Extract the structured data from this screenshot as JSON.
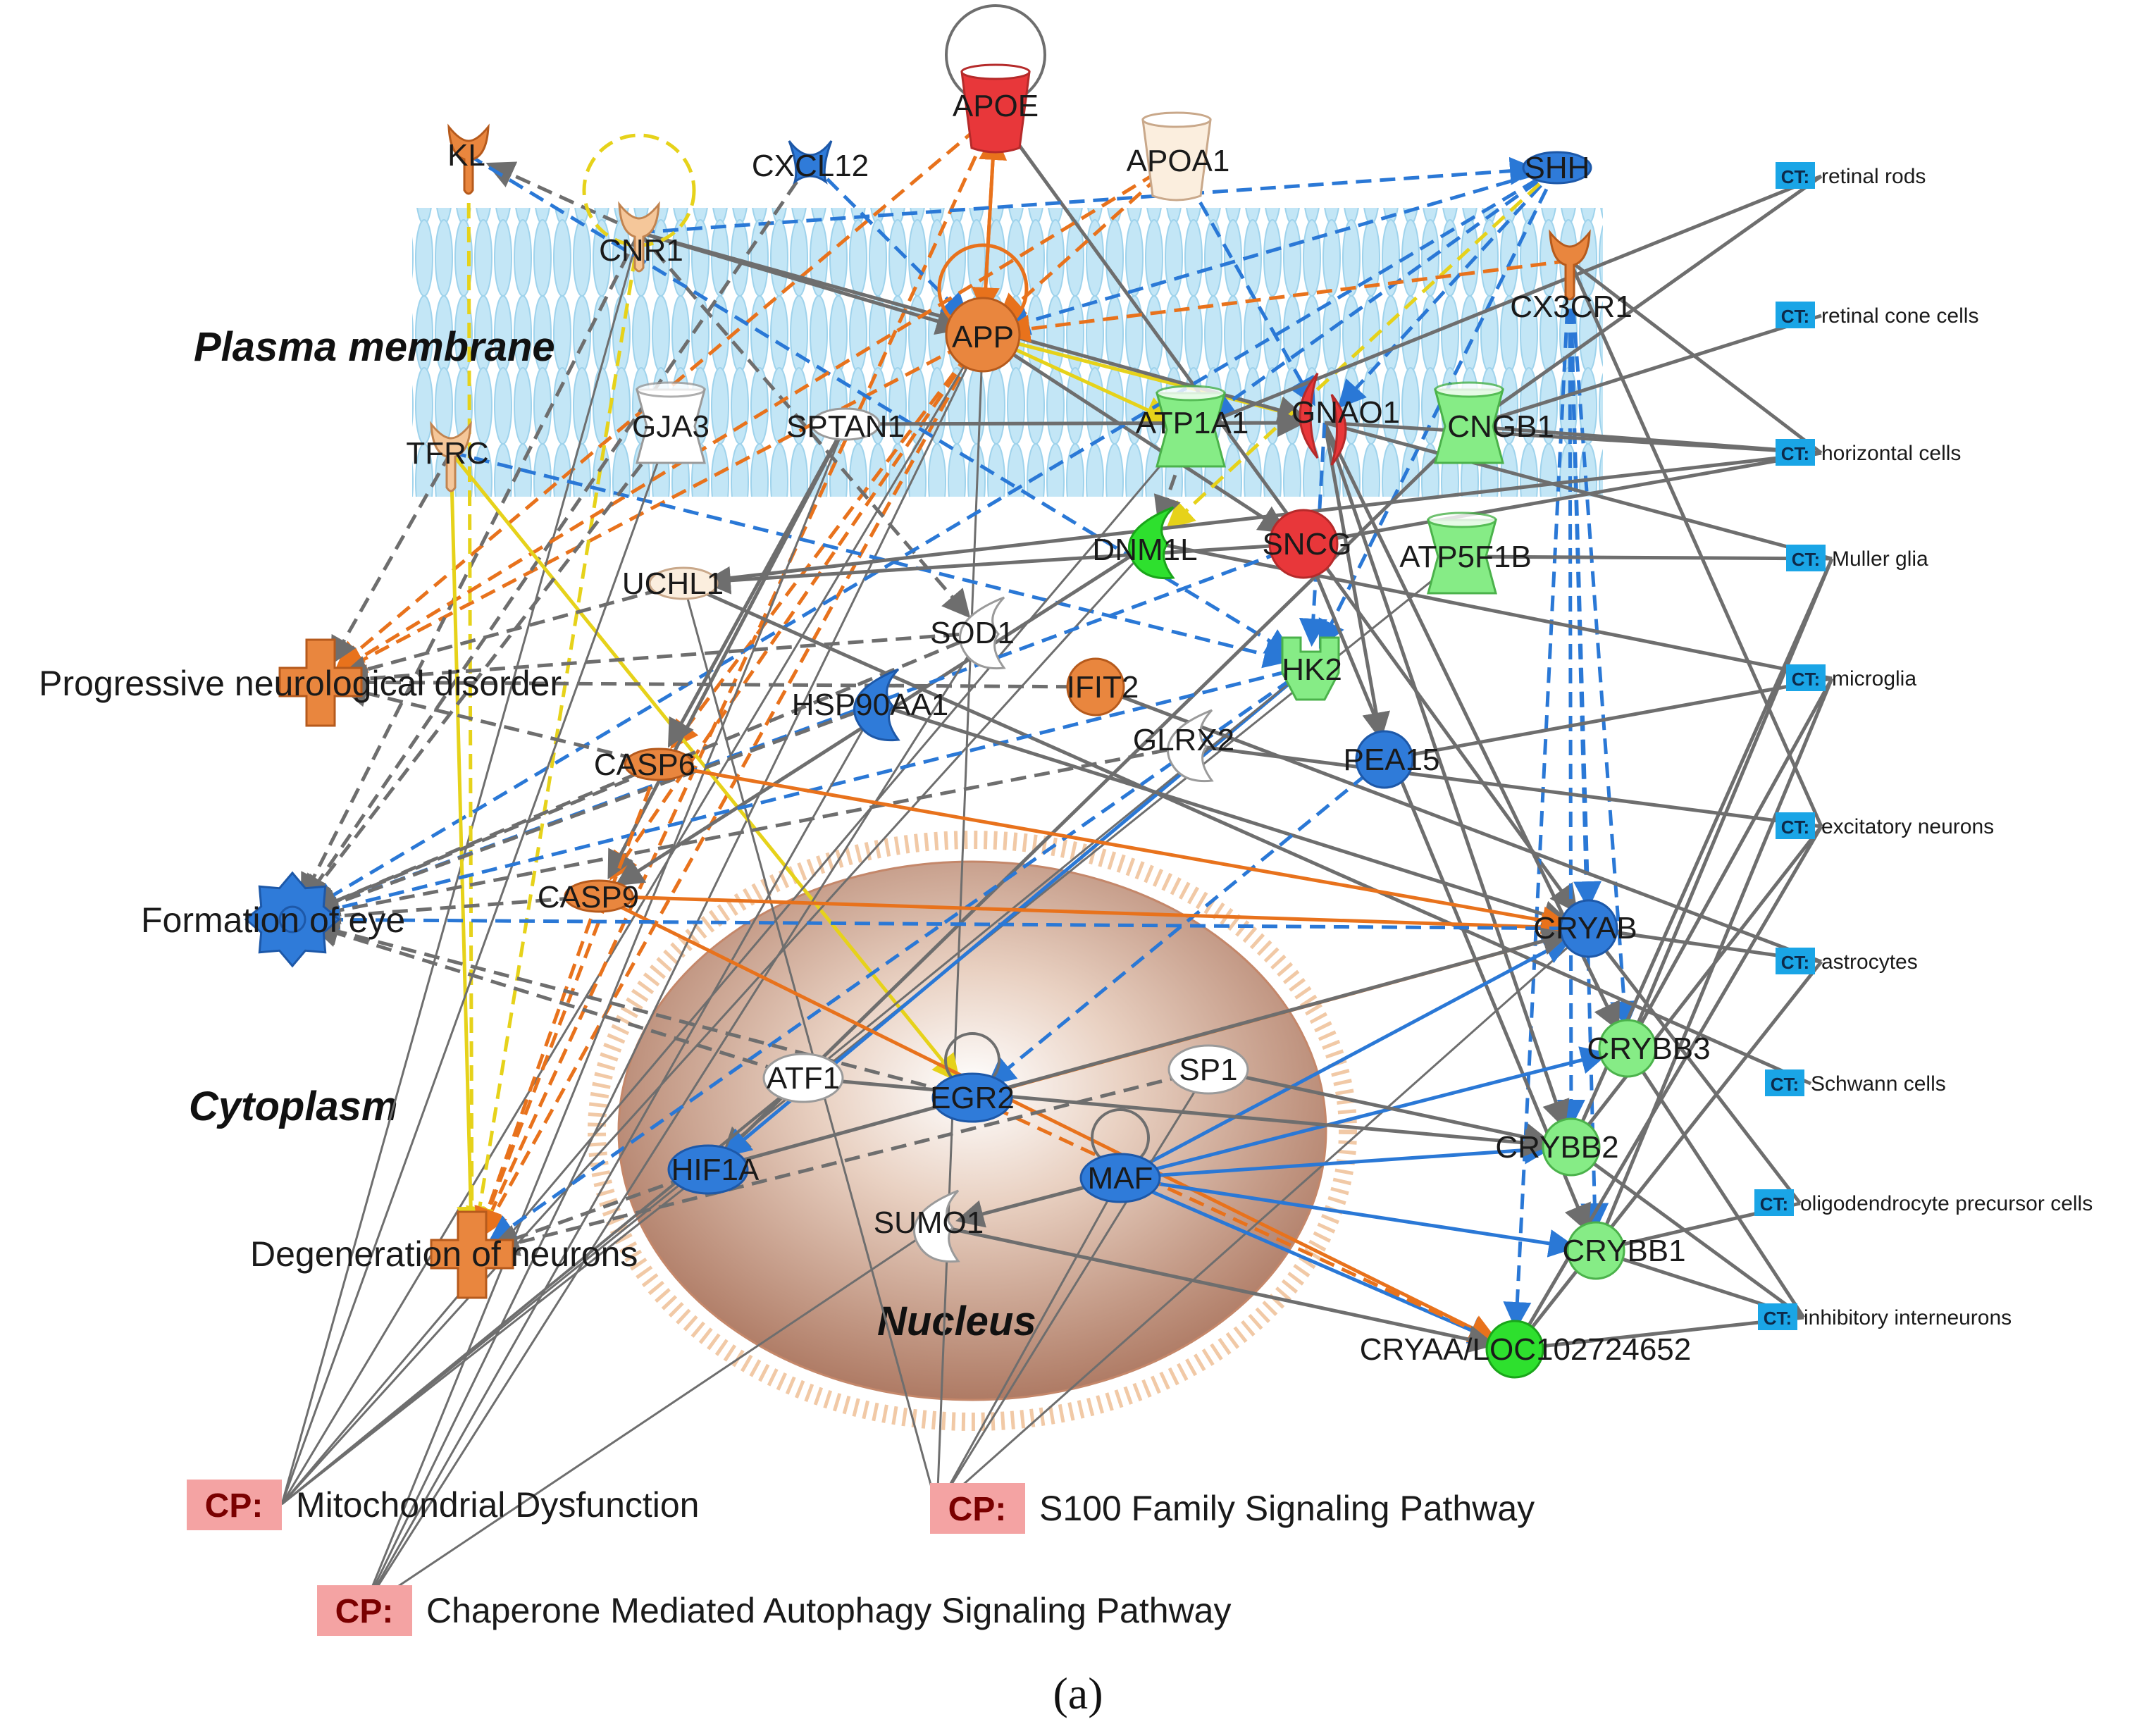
{
  "caption": "(a)",
  "regions": {
    "plasma_membrane": "Plasma membrane",
    "cytoplasm": "Cytoplasm",
    "nucleus": "Nucleus"
  },
  "colors": {
    "red": "#e8373a",
    "orange": "#e9863e",
    "light_orange": "#f5c79a",
    "pale": "#fbeede",
    "white": "#ffffff",
    "blue": "#2f7bd9",
    "light_green": "#86ec86",
    "green": "#2ee02e",
    "membrane": "#bfe3f3",
    "ct_blue": "#1aa5e6",
    "cp_pink": "#f4a3a3",
    "edge_gray": "#6e6e6e",
    "edge_orange": "#e8721c",
    "edge_blue": "#2a78d6",
    "edge_yellow": "#e6d21a"
  },
  "molecules": [
    {
      "id": "APOE",
      "label": "APOE",
      "shape": "cup",
      "color": "red"
    },
    {
      "id": "KL",
      "label": "KL",
      "shape": "receptor",
      "color": "orange"
    },
    {
      "id": "CXCL12",
      "label": "CXCL12",
      "shape": "cytokine",
      "color": "blue"
    },
    {
      "id": "APOA1",
      "label": "APOA1",
      "shape": "cup",
      "color": "pale"
    },
    {
      "id": "SHH",
      "label": "SHH",
      "shape": "ellipse",
      "color": "blue"
    },
    {
      "id": "CNR1",
      "label": "CNR1",
      "shape": "receptor",
      "color": "light_orange"
    },
    {
      "id": "APP",
      "label": "APP",
      "shape": "circle",
      "color": "orange"
    },
    {
      "id": "CX3CR1",
      "label": "CX3CR1",
      "shape": "receptor",
      "color": "orange"
    },
    {
      "id": "TFRC",
      "label": "TFRC",
      "shape": "receptor",
      "color": "light_orange"
    },
    {
      "id": "GJA3",
      "label": "GJA3",
      "shape": "channel",
      "color": "white"
    },
    {
      "id": "SPTAN1",
      "label": "SPTAN1",
      "shape": "ellipse",
      "color": "white"
    },
    {
      "id": "ATP1A1",
      "label": "ATP1A1",
      "shape": "channel",
      "color": "light_green"
    },
    {
      "id": "GNAO1",
      "label": "GNAO1",
      "shape": "gprotein",
      "color": "red"
    },
    {
      "id": "CNGB1",
      "label": "CNGB1",
      "shape": "channel",
      "color": "light_green"
    },
    {
      "id": "DNM1L",
      "label": "DNM1L",
      "shape": "enzyme",
      "color": "green"
    },
    {
      "id": "SNCG",
      "label": "SNCG",
      "shape": "circle",
      "color": "red"
    },
    {
      "id": "ATP5F1B",
      "label": "ATP5F1B",
      "shape": "channel",
      "color": "light_green"
    },
    {
      "id": "UCHL1",
      "label": "UCHL1",
      "shape": "ellipse",
      "color": "pale"
    },
    {
      "id": "SOD1",
      "label": "SOD1",
      "shape": "enzyme",
      "color": "white"
    },
    {
      "id": "HK2",
      "label": "HK2",
      "shape": "kinase",
      "color": "light_green"
    },
    {
      "id": "HSP90AA1",
      "label": "HSP90AA1",
      "shape": "enzyme",
      "color": "blue"
    },
    {
      "id": "IFIT2",
      "label": "IFIT2",
      "shape": "circle",
      "color": "orange"
    },
    {
      "id": "GLRX2",
      "label": "GLRX2",
      "shape": "enzyme",
      "color": "white"
    },
    {
      "id": "PEA15",
      "label": "PEA15",
      "shape": "circle",
      "color": "blue"
    },
    {
      "id": "CASP6",
      "label": "CASP6",
      "shape": "ellipse",
      "color": "orange"
    },
    {
      "id": "CASP9",
      "label": "CASP9",
      "shape": "ellipse",
      "color": "orange"
    },
    {
      "id": "CRYAB",
      "label": "CRYAB",
      "shape": "circle",
      "color": "blue"
    },
    {
      "id": "CRYBB3",
      "label": "CRYBB3",
      "shape": "circle",
      "color": "light_green"
    },
    {
      "id": "CRYBB2",
      "label": "CRYBB2",
      "shape": "circle",
      "color": "light_green"
    },
    {
      "id": "CRYBB1",
      "label": "CRYBB1",
      "shape": "circle",
      "color": "light_green"
    },
    {
      "id": "CRYAA",
      "label": "CRYAA/LOC102724652",
      "shape": "circle",
      "color": "green"
    },
    {
      "id": "ATF1",
      "label": "ATF1",
      "shape": "tf",
      "color": "white"
    },
    {
      "id": "EGR2",
      "label": "EGR2",
      "shape": "tf",
      "color": "blue"
    },
    {
      "id": "SP1",
      "label": "SP1",
      "shape": "tf",
      "color": "white"
    },
    {
      "id": "HIF1A",
      "label": "HIF1A",
      "shape": "tf",
      "color": "blue"
    },
    {
      "id": "MAF",
      "label": "MAF",
      "shape": "tf",
      "color": "blue"
    },
    {
      "id": "SUMO1",
      "label": "SUMO1",
      "shape": "enzyme",
      "color": "white"
    }
  ],
  "functions": [
    {
      "id": "PND",
      "label": "Progressive neurological disorder",
      "shape": "cross",
      "color": "orange"
    },
    {
      "id": "FOE",
      "label": "Formation of eye",
      "shape": "gear",
      "color": "blue"
    },
    {
      "id": "DON",
      "label": "Degeneration of neurons",
      "shape": "cross",
      "color": "orange"
    }
  ],
  "cell_types": {
    "tag": "CT:",
    "items": [
      {
        "id": "CT1",
        "label": "retinal rods"
      },
      {
        "id": "CT2",
        "label": "retinal cone cells"
      },
      {
        "id": "CT3",
        "label": "horizontal cells"
      },
      {
        "id": "CT4",
        "label": "Muller glia"
      },
      {
        "id": "CT5",
        "label": "microglia"
      },
      {
        "id": "CT6",
        "label": "excitatory neurons"
      },
      {
        "id": "CT7",
        "label": "astrocytes"
      },
      {
        "id": "CT8",
        "label": "Schwann cells"
      },
      {
        "id": "CT9",
        "label": "oligodendrocyte precursor cells"
      },
      {
        "id": "CT10",
        "label": "inhibitory interneurons"
      }
    ]
  },
  "pathways": {
    "tag": "CP:",
    "items": [
      {
        "id": "CP1",
        "label": "Mitochondrial Dysfunction"
      },
      {
        "id": "CP2",
        "label": "S100 Family Signaling Pathway"
      },
      {
        "id": "CP3",
        "label": "Chaperone Mediated Autophagy Signaling Pathway"
      }
    ]
  },
  "edges": [
    [
      "APP",
      "APOE",
      "orange",
      "solid"
    ],
    [
      "APP",
      "PND",
      "orange",
      "dash"
    ],
    [
      "APP",
      "DON",
      "orange",
      "dash"
    ],
    [
      "APP",
      "CASP6",
      "orange",
      "dash"
    ],
    [
      "APP",
      "CASP9",
      "orange",
      "dash"
    ],
    [
      "APP",
      "GNAO1",
      "yellow",
      "solid"
    ],
    [
      "APP",
      "ATP1A1",
      "yellow",
      "solid"
    ],
    [
      "APP",
      "CP1",
      "gray",
      "thin"
    ],
    [
      "APP",
      "CP3",
      "gray",
      "thin"
    ],
    [
      "APP",
      "CP2",
      "gray",
      "thin"
    ],
    [
      "APP",
      "SNCG",
      "gray",
      "solid"
    ],
    [
      "APOE",
      "CRYAB",
      "gray",
      "solid"
    ],
    [
      "APOE",
      "DON",
      "orange",
      "dash"
    ],
    [
      "APOE",
      "PND",
      "orange",
      "dash"
    ],
    [
      "APOE",
      "APP",
      "orange",
      "solid"
    ],
    [
      "CNR1",
      "SHH",
      "blue",
      "dash"
    ],
    [
      "CNR1",
      "APP",
      "gray",
      "solid"
    ],
    [
      "CNR1",
      "GNAO1",
      "gray",
      "solid"
    ],
    [
      "CNR1",
      "KL",
      "gray",
      "dash"
    ],
    [
      "CNR1",
      "FOE",
      "gray",
      "dash"
    ],
    [
      "CNR1",
      "CP1",
      "gray",
      "thin"
    ],
    [
      "CNR1",
      "DON",
      "yellow",
      "dash"
    ],
    [
      "CNR1",
      "SOD1",
      "gray",
      "dash"
    ],
    [
      "KL",
      "HK2",
      "blue",
      "dash"
    ],
    [
      "KL",
      "DON",
      "yellow",
      "dash"
    ],
    [
      "CXCL12",
      "APP",
      "blue",
      "dash"
    ],
    [
      "CXCL12",
      "FOE",
      "gray",
      "dash"
    ],
    [
      "APOA1",
      "APP",
      "orange",
      "dash"
    ],
    [
      "APOA1",
      "GNAO1",
      "blue",
      "dash"
    ],
    [
      "APOA1",
      "PND",
      "orange",
      "dash"
    ],
    [
      "SHH",
      "APP",
      "blue",
      "dash"
    ],
    [
      "SHH",
      "GNAO1",
      "blue",
      "dash"
    ],
    [
      "SHH",
      "HK2",
      "blue",
      "dash"
    ],
    [
      "SHH",
      "FOE",
      "blue",
      "dash"
    ],
    [
      "SHH",
      "ATP1A1",
      "blue",
      "dash"
    ],
    [
      "SHH",
      "DNM1L",
      "yellow",
      "dash"
    ],
    [
      "CX3CR1",
      "APP",
      "orange",
      "dash"
    ],
    [
      "CX3CR1",
      "CRYBB2",
      "blue",
      "dash"
    ],
    [
      "CX3CR1",
      "CRYBB1",
      "blue",
      "dash"
    ],
    [
      "CX3CR1",
      "CRYAB",
      "blue",
      "dash"
    ],
    [
      "CX3CR1",
      "CRYBB3",
      "blue",
      "dash"
    ],
    [
      "CX3CR1",
      "CRYAA",
      "blue",
      "dash"
    ],
    [
      "CX3CR1",
      "CT3",
      "gray",
      "solid"
    ],
    [
      "CX3CR1",
      "CT6",
      "gray",
      "solid"
    ],
    [
      "TFRC",
      "HK2",
      "blue",
      "dash"
    ],
    [
      "TFRC",
      "DON",
      "yellow",
      "solid"
    ],
    [
      "TFRC",
      "PND",
      "gray",
      "dash"
    ],
    [
      "TFRC",
      "EGR2",
      "yellow",
      "solid"
    ],
    [
      "GJA3",
      "FOE",
      "gray",
      "dash"
    ],
    [
      "GJA3",
      "CP1",
      "gray",
      "thin"
    ],
    [
      "SPTAN1",
      "CASP6",
      "gray",
      "solid"
    ],
    [
      "SPTAN1",
      "CASP9",
      "gray",
      "solid"
    ],
    [
      "SPTAN1",
      "CP3",
      "gray",
      "thin"
    ],
    [
      "SPTAN1",
      "GNAO1",
      "gray",
      "solid"
    ],
    [
      "ATP1A1",
      "CT1",
      "gray",
      "solid"
    ],
    [
      "ATP1A1",
      "CP1",
      "gray",
      "thin"
    ],
    [
      "ATP1A1",
      "DNM1L",
      "gray",
      "dash"
    ],
    [
      "GNAO1",
      "CRYBB3",
      "gray",
      "solid"
    ],
    [
      "GNAO1",
      "CRYBB2",
      "gray",
      "solid"
    ],
    [
      "GNAO1",
      "CT4",
      "gray",
      "solid"
    ],
    [
      "GNAO1",
      "PEA15",
      "gray",
      "solid"
    ],
    [
      "GNAO1",
      "HK2",
      "blue",
      "dash"
    ],
    [
      "GNAO1",
      "CT3",
      "gray",
      "solid"
    ],
    [
      "CNGB1",
      "CT1",
      "gray",
      "solid"
    ],
    [
      "CNGB1",
      "CT2",
      "gray",
      "solid"
    ],
    [
      "CNGB1",
      "CT3",
      "gray",
      "solid"
    ],
    [
      "CNGB1",
      "HIF1A",
      "gray",
      "solid"
    ],
    [
      "DNM1L",
      "CP1",
      "gray",
      "thin"
    ],
    [
      "DNM1L",
      "CT5",
      "gray",
      "solid"
    ],
    [
      "DNM1L",
      "CASP9",
      "gray",
      "solid"
    ],
    [
      "SNCG",
      "CT3",
      "gray",
      "solid"
    ],
    [
      "SNCG",
      "FOE",
      "blue",
      "dash"
    ],
    [
      "SNCG",
      "UCHL1",
      "gray",
      "solid"
    ],
    [
      "SNCG",
      "CRYBB1",
      "gray",
      "solid"
    ],
    [
      "ATP5F1B",
      "CP1",
      "gray",
      "thin"
    ],
    [
      "ATP5F1B",
      "CT4",
      "gray",
      "solid"
    ],
    [
      "UCHL1",
      "CT8",
      "gray",
      "solid"
    ],
    [
      "UCHL1",
      "PND",
      "gray",
      "dash"
    ],
    [
      "UCHL1",
      "CT3",
      "gray",
      "solid"
    ],
    [
      "UCHL1",
      "CP2",
      "gray",
      "thin"
    ],
    [
      "SOD1",
      "PND",
      "gray",
      "dash"
    ],
    [
      "SOD1",
      "FOE",
      "gray",
      "dash"
    ],
    [
      "SOD1",
      "CP3",
      "gray",
      "thin"
    ],
    [
      "HK2",
      "HIF1A",
      "blue",
      "solid"
    ],
    [
      "HK2",
      "FOE",
      "blue",
      "dash"
    ],
    [
      "HK2",
      "CP1",
      "gray",
      "thin"
    ],
    [
      "HK2",
      "DON",
      "blue",
      "dash"
    ],
    [
      "HSP90AA1",
      "FOE",
      "gray",
      "dash"
    ],
    [
      "HSP90AA1",
      "CP3",
      "gray",
      "thin"
    ],
    [
      "HSP90AA1",
      "CRYAB",
      "gray",
      "solid"
    ],
    [
      "IFIT2",
      "CT7",
      "gray",
      "solid"
    ],
    [
      "IFIT2",
      "PND",
      "gray",
      "dash"
    ],
    [
      "GLRX2",
      "CT6",
      "gray",
      "solid"
    ],
    [
      "GLRX2",
      "FOE",
      "gray",
      "dash"
    ],
    [
      "PEA15",
      "CT5",
      "gray",
      "solid"
    ],
    [
      "PEA15",
      "EGR2",
      "blue",
      "dash"
    ],
    [
      "CASP6",
      "CRYAB",
      "orange",
      "solid"
    ],
    [
      "CASP6",
      "DON",
      "orange",
      "dash"
    ],
    [
      "CASP6",
      "PND",
      "gray",
      "dash"
    ],
    [
      "CASP6",
      "FOE",
      "gray",
      "dash"
    ],
    [
      "CASP9",
      "CRYAB",
      "orange",
      "solid"
    ],
    [
      "CASP9",
      "DON",
      "orange",
      "dash"
    ],
    [
      "CASP9",
      "FOE",
      "gray",
      "dash"
    ],
    [
      "CASP9",
      "CRYAA",
      "orange",
      "solid"
    ],
    [
      "CRYAB",
      "FOE",
      "blue",
      "dash"
    ],
    [
      "CRYAB",
      "CT7",
      "gray",
      "solid"
    ],
    [
      "CRYAB",
      "CT9",
      "gray",
      "solid"
    ],
    [
      "CRYAB",
      "CP2",
      "gray",
      "thin"
    ],
    [
      "CRYBB3",
      "CT4",
      "gray",
      "solid"
    ],
    [
      "CRYBB3",
      "CT5",
      "gray",
      "solid"
    ],
    [
      "CRYBB3",
      "CT10",
      "gray",
      "solid"
    ],
    [
      "CRYBB2",
      "CT4",
      "gray",
      "solid"
    ],
    [
      "CRYBB2",
      "CT6",
      "gray",
      "solid"
    ],
    [
      "CRYBB2",
      "CT10",
      "gray",
      "solid"
    ],
    [
      "CRYBB1",
      "CT5",
      "gray",
      "solid"
    ],
    [
      "CRYBB1",
      "CT9",
      "gray",
      "solid"
    ],
    [
      "CRYBB1",
      "CT10",
      "gray",
      "solid"
    ],
    [
      "CRYAA",
      "CT6",
      "gray",
      "solid"
    ],
    [
      "CRYAA",
      "CT7",
      "gray",
      "solid"
    ],
    [
      "CRYAA",
      "CT10",
      "gray",
      "solid"
    ],
    [
      "MAF",
      "CRYAB",
      "blue",
      "solid"
    ],
    [
      "MAF",
      "CRYBB3",
      "blue",
      "solid"
    ],
    [
      "MAF",
      "CRYBB2",
      "blue",
      "solid"
    ],
    [
      "MAF",
      "CRYBB1",
      "blue",
      "solid"
    ],
    [
      "MAF",
      "CRYAA",
      "blue",
      "solid"
    ],
    [
      "MAF",
      "SUMO1",
      "gray",
      "solid"
    ],
    [
      "MAF",
      "CP2",
      "gray",
      "thin"
    ],
    [
      "EGR2",
      "CRYAB",
      "orange",
      "solid"
    ],
    [
      "EGR2",
      "FOE",
      "gray",
      "dash"
    ],
    [
      "EGR2",
      "CRYAA",
      "orange",
      "dash"
    ],
    [
      "SP1",
      "CRYBB2",
      "gray",
      "solid"
    ],
    [
      "SP1",
      "CP2",
      "gray",
      "thin"
    ],
    [
      "SP1",
      "DON",
      "gray",
      "dash"
    ],
    [
      "ATF1",
      "CP1",
      "gray",
      "thin"
    ],
    [
      "ATF1",
      "FOE",
      "gray",
      "dash"
    ],
    [
      "ATF1",
      "CRYBB2",
      "gray",
      "solid"
    ],
    [
      "HIF1A",
      "CP1",
      "gray",
      "thin"
    ],
    [
      "HIF1A",
      "CRYAB",
      "gray",
      "solid"
    ],
    [
      "HIF1A",
      "DON",
      "gray",
      "dash"
    ],
    [
      "SUMO1",
      "CP3",
      "gray",
      "thin"
    ],
    [
      "SUMO1",
      "CRYAA",
      "gray",
      "solid"
    ]
  ]
}
